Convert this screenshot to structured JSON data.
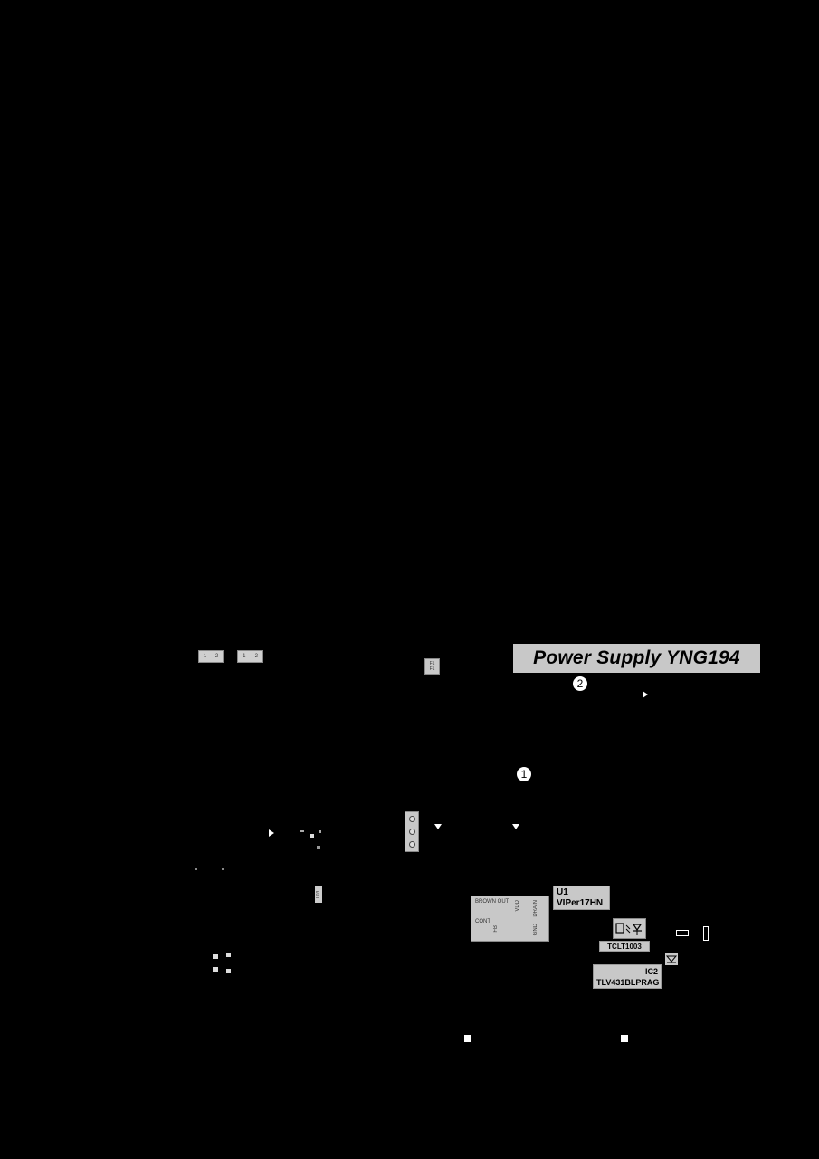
{
  "title": "Power Supply YNG194",
  "markers": {
    "m1": "1",
    "m2": "2"
  },
  "connectors": {
    "j1": {
      "pin1": "1",
      "pin2": "2"
    },
    "j2": {
      "pin1": "1",
      "pin2": "2"
    },
    "fuse": {
      "line1": "F1",
      "line2": "F1"
    }
  },
  "u1": {
    "ref": "U1",
    "part": "VIPer17HN",
    "pins": {
      "brown_out": "BROWN OUT",
      "cont": "CONT",
      "fb": "FB",
      "vdd": "VDD",
      "drain": "DRAIN",
      "gnd": "GND"
    }
  },
  "optocoupler": {
    "part": "TCLT1003"
  },
  "ic2": {
    "ref": "IC2",
    "part": "TLV431BLPRAG"
  },
  "small_label": "L03",
  "colors": {
    "background": "#000000",
    "label_fill": "#c8c8c8",
    "marker_fill": "#ffffff"
  }
}
